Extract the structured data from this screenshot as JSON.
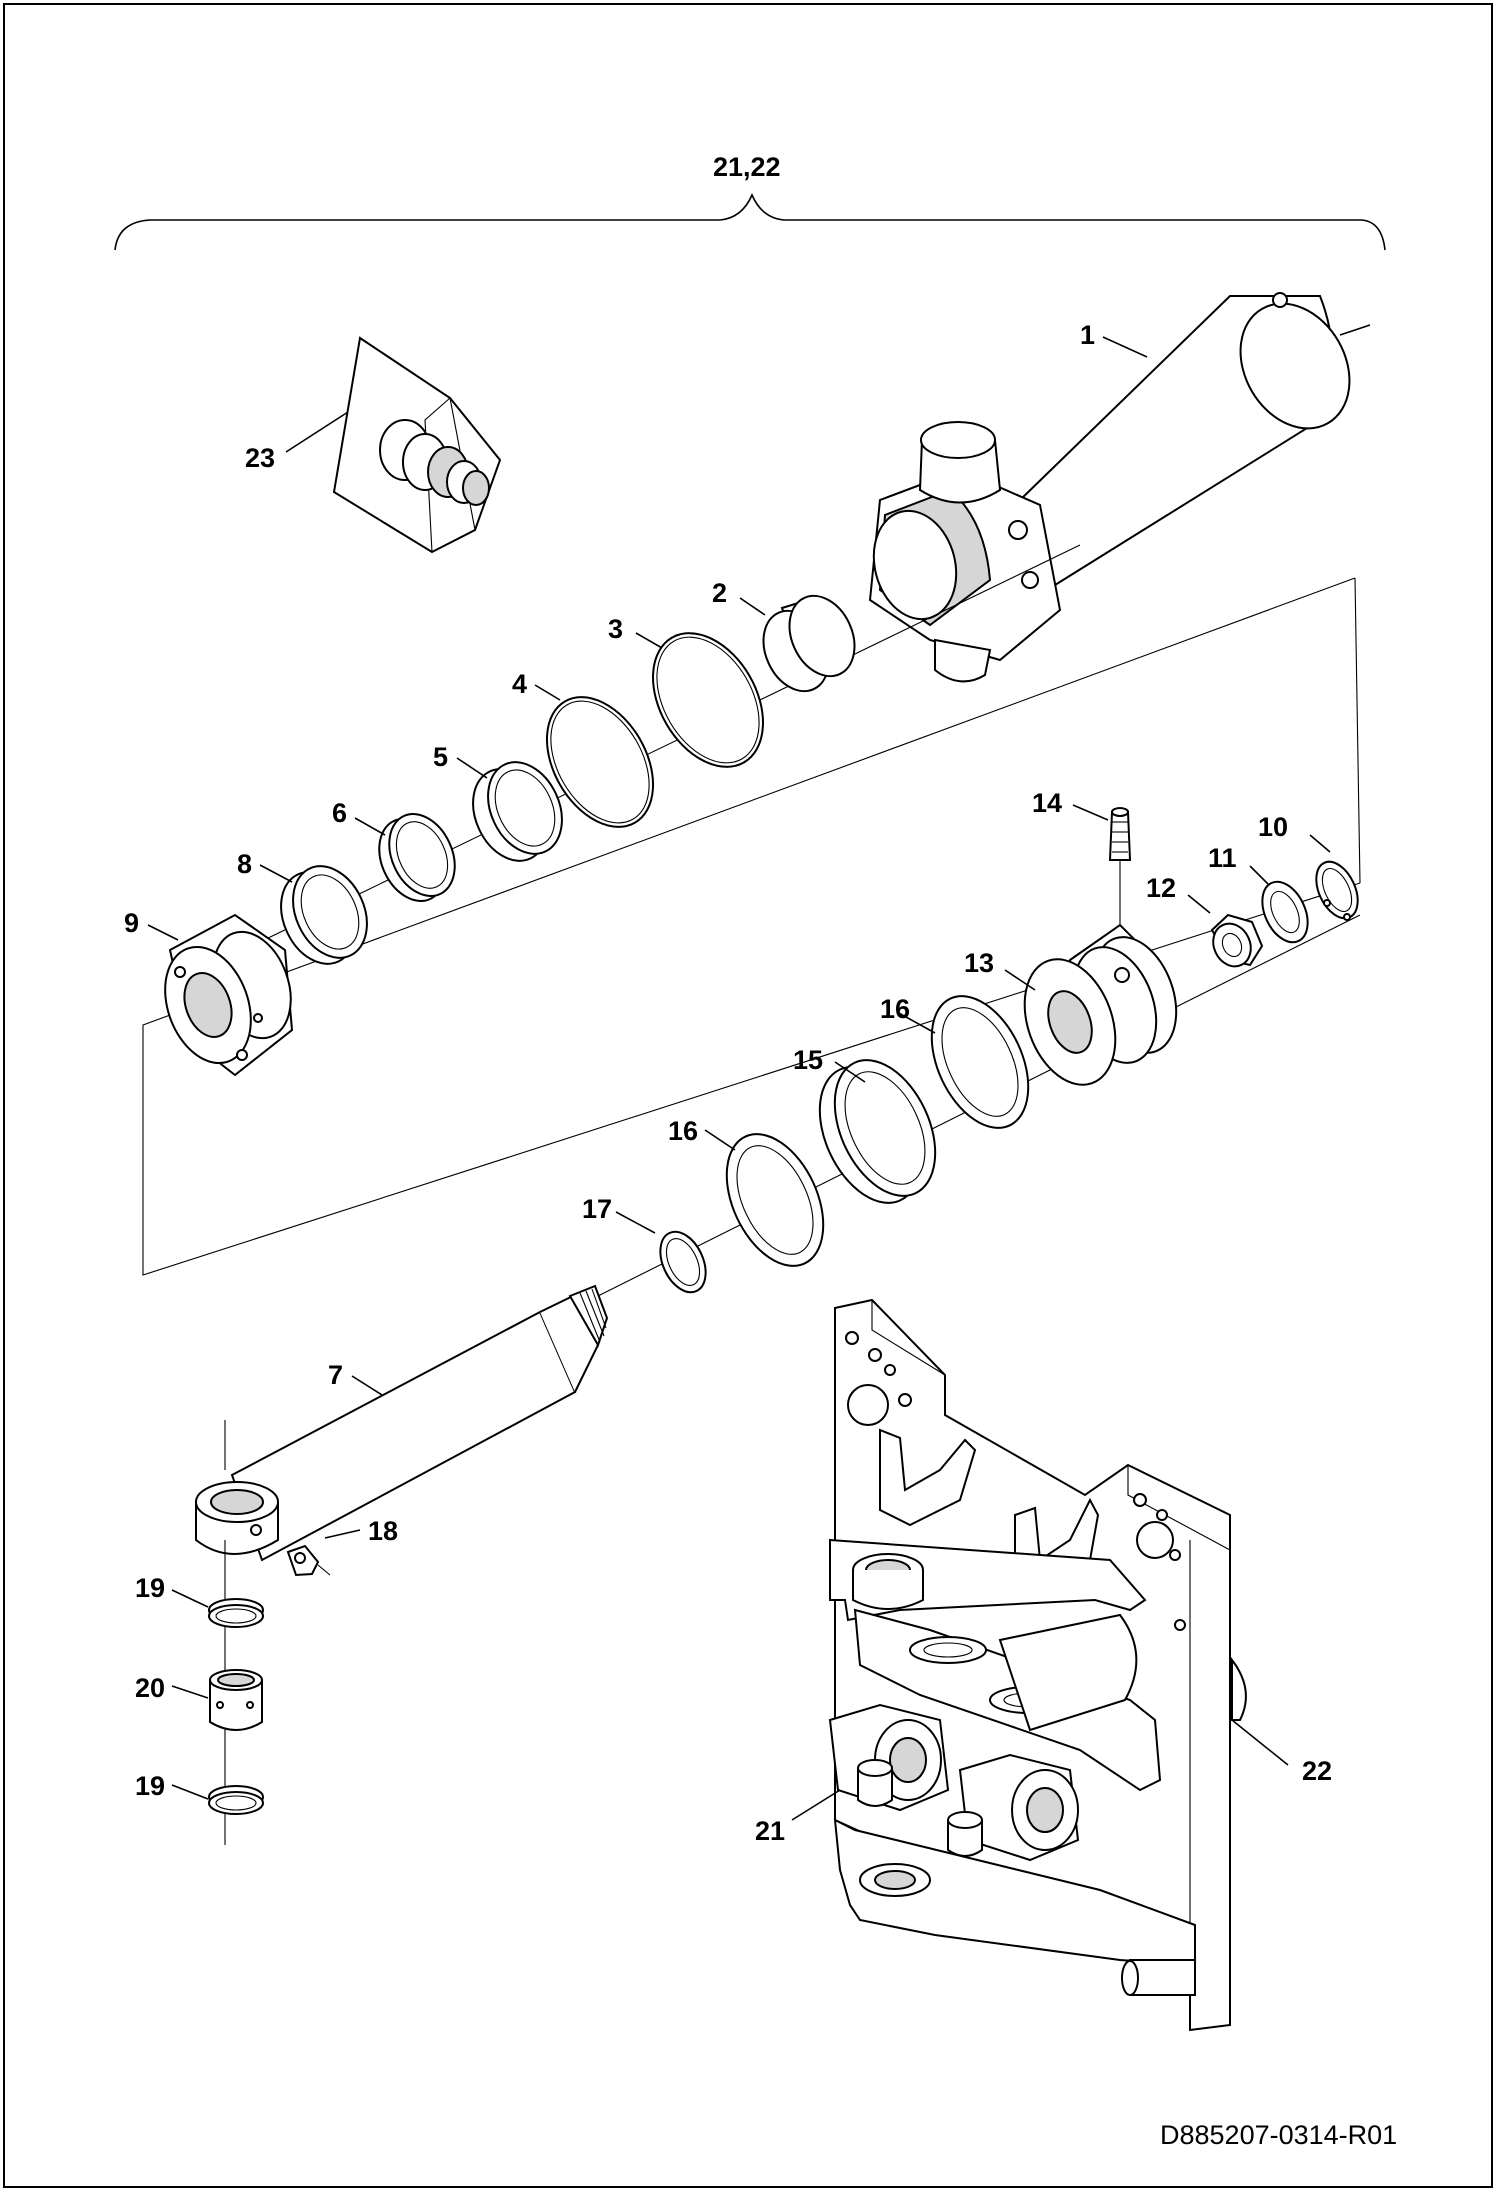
{
  "diagram": {
    "group_label": "21,22",
    "document_id": "D885207-0314-R01",
    "callouts": [
      {
        "id": "c1",
        "text": "1"
      },
      {
        "id": "c2",
        "text": "2"
      },
      {
        "id": "c3",
        "text": "3"
      },
      {
        "id": "c4",
        "text": "4"
      },
      {
        "id": "c5",
        "text": "5"
      },
      {
        "id": "c6",
        "text": "6"
      },
      {
        "id": "c7",
        "text": "7"
      },
      {
        "id": "c8",
        "text": "8"
      },
      {
        "id": "c9",
        "text": "9"
      },
      {
        "id": "c10",
        "text": "10"
      },
      {
        "id": "c11",
        "text": "11"
      },
      {
        "id": "c12",
        "text": "12"
      },
      {
        "id": "c13",
        "text": "13"
      },
      {
        "id": "c14",
        "text": "14"
      },
      {
        "id": "c15",
        "text": "15"
      },
      {
        "id": "c16a",
        "text": "16"
      },
      {
        "id": "c16b",
        "text": "16"
      },
      {
        "id": "c17",
        "text": "17"
      },
      {
        "id": "c18",
        "text": "18"
      },
      {
        "id": "c19a",
        "text": "19"
      },
      {
        "id": "c19b",
        "text": "19"
      },
      {
        "id": "c20",
        "text": "20"
      },
      {
        "id": "c21",
        "text": "21"
      },
      {
        "id": "c22",
        "text": "22"
      },
      {
        "id": "c23",
        "text": "23"
      }
    ]
  }
}
